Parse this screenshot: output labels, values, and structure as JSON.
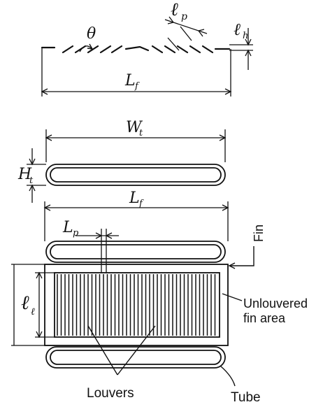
{
  "labels": {
    "theta": "θ",
    "lp_top_main": "ℓ",
    "lp_top_sub": "p",
    "lh_main": "ℓ",
    "lh_sub": "h",
    "lf_top_main": "L",
    "lf_top_sub": "f",
    "wt_main": "W",
    "wt_sub": "t",
    "ht_main": "H",
    "ht_sub": "t",
    "lf_mid_main": "L",
    "lf_mid_sub": "f",
    "lp_mid_main": "L",
    "lp_mid_sub": "p",
    "ll_main": "ℓ",
    "ll_sub": "ℓ",
    "fin": "Fin",
    "unlouvered_line1": "Unlouvered",
    "unlouvered_line2": "fin area",
    "louvers": "Louvers",
    "tube": "Tube"
  }
}
